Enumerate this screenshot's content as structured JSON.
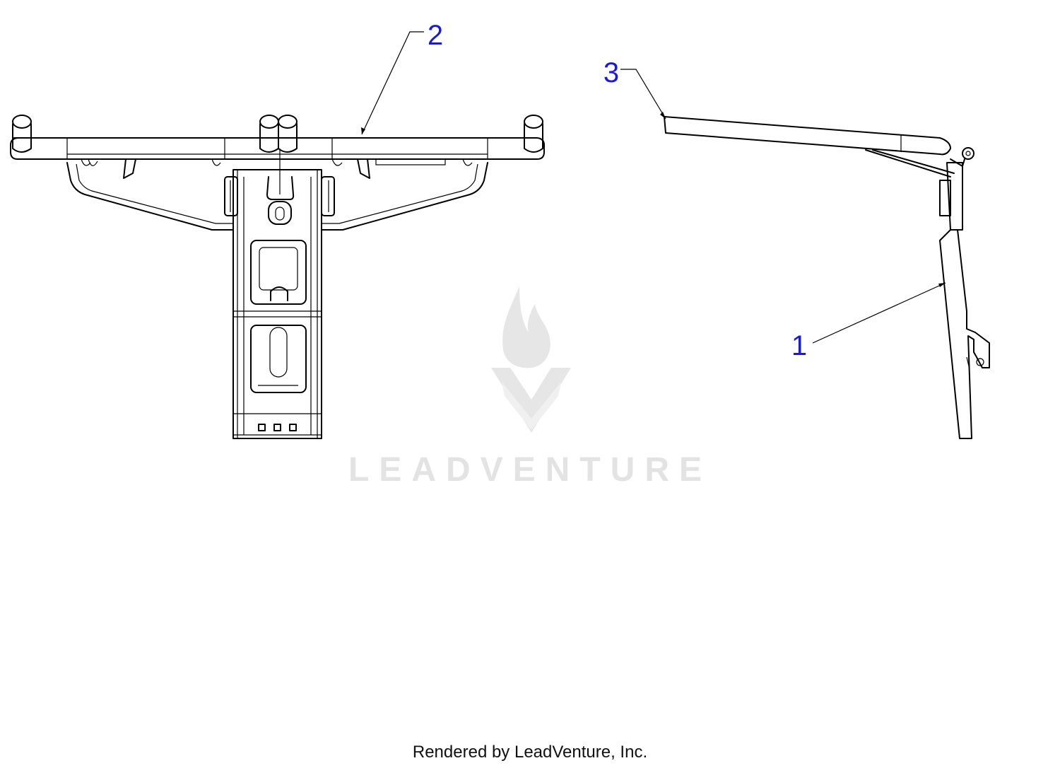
{
  "diagram": {
    "callouts": [
      {
        "id": "1",
        "label": "1"
      },
      {
        "id": "2",
        "label": "2"
      },
      {
        "id": "3",
        "label": "3"
      }
    ],
    "colors": {
      "callout_text": "#1a1adc",
      "line": "#000000",
      "watermark": "#e3e3e3"
    }
  },
  "watermark": {
    "text": "LEADVENTURE",
    "icon": "flame-v-logo-icon"
  },
  "footer": {
    "text": "Rendered by LeadVenture, Inc."
  }
}
